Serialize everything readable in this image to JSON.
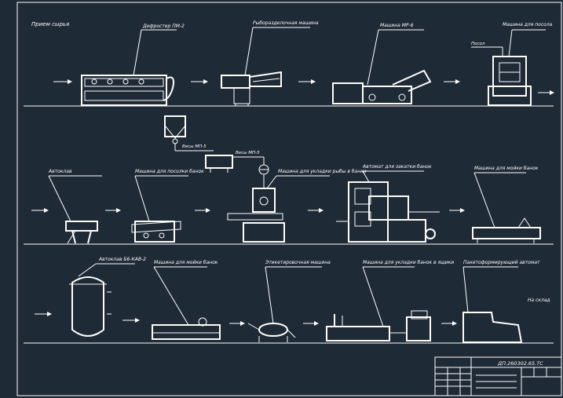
{
  "drawing": {
    "start_label": "Прием сырья",
    "end_label": "На склад",
    "machines": [
      {
        "id": "m1",
        "label": "Дефростер ПМ-2"
      },
      {
        "id": "m2",
        "label": "Рыборазделочная машина"
      },
      {
        "id": "m3",
        "label": "Машина МР-6"
      },
      {
        "id": "m4",
        "label": "Машина для посола"
      },
      {
        "id": "m4b",
        "label": "Посол"
      },
      {
        "id": "m5",
        "label": "Весы МП-5"
      },
      {
        "id": "m5b",
        "label": "Весы МП-5"
      },
      {
        "id": "m6",
        "label": "Автоклав"
      },
      {
        "id": "m7",
        "label": "Машина для посолки банок"
      },
      {
        "id": "m8",
        "label": "Машина для укладки рыбы в банки"
      },
      {
        "id": "m9",
        "label": "Автомат для закатки банок"
      },
      {
        "id": "m10",
        "label": "Машина для мойки банок"
      },
      {
        "id": "m11",
        "label": "Автоклав Б6-КАВ-2"
      },
      {
        "id": "m12",
        "label": "Машина для мойки банок"
      },
      {
        "id": "m13",
        "label": "Этикетировочная машина"
      },
      {
        "id": "m14",
        "label": "Машина для укладки банок в ящики"
      },
      {
        "id": "m15",
        "label": "Пакетоформирующий автомат"
      }
    ]
  },
  "title_block": {
    "code": "ДП.260302.65.ТС"
  }
}
